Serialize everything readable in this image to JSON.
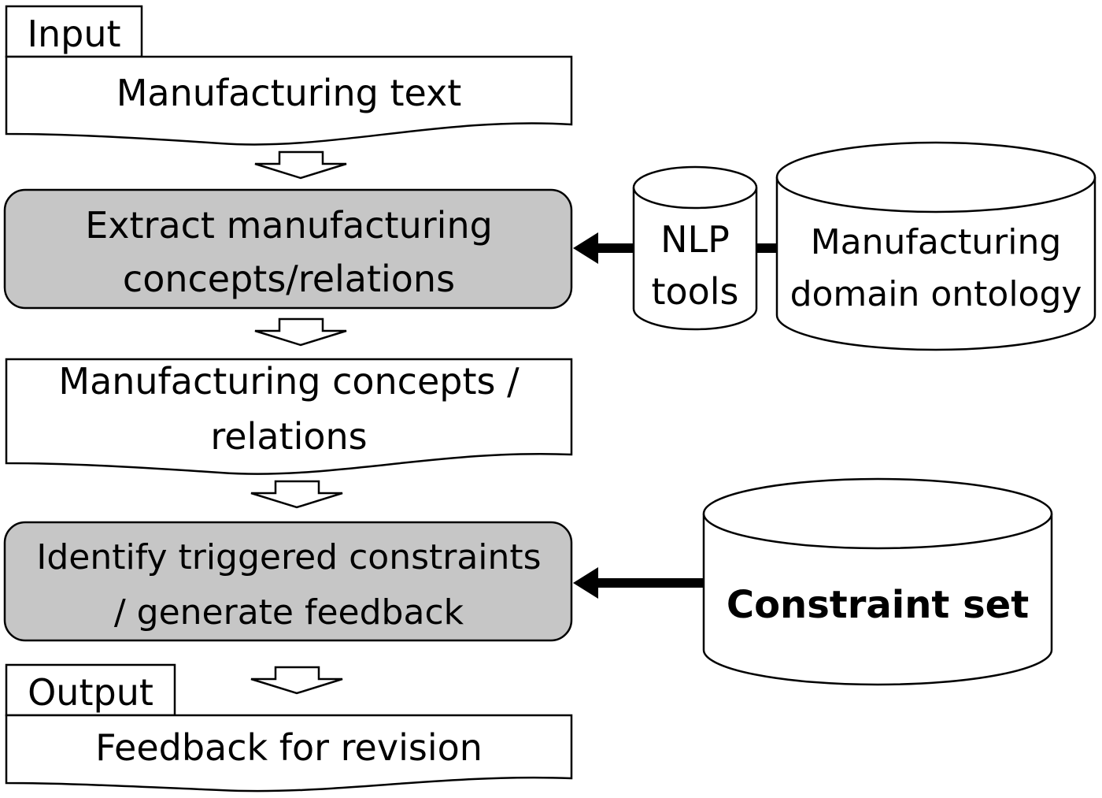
{
  "input": {
    "tab_label": "Input",
    "document_label": "Manufacturing text"
  },
  "step_extract": {
    "line1": "Extract manufacturing",
    "line2": "concepts/relations"
  },
  "nlp_tools": {
    "line1": "NLP",
    "line2": "tools"
  },
  "ontology": {
    "line1": "Manufacturing",
    "line2": "domain ontology"
  },
  "concepts_doc": {
    "line1": "Manufacturing concepts /",
    "line2": "relations"
  },
  "step_identify": {
    "line1": "Identify triggered constraints",
    "line2": "/ generate feedback"
  },
  "constraint_set": {
    "label": "Constraint set"
  },
  "output": {
    "tab_label": "Output",
    "document_label": "Feedback for revision"
  },
  "colors": {
    "process_fill": "#c6c6c6",
    "document_fill": "#ffffff",
    "stroke": "#000000"
  }
}
